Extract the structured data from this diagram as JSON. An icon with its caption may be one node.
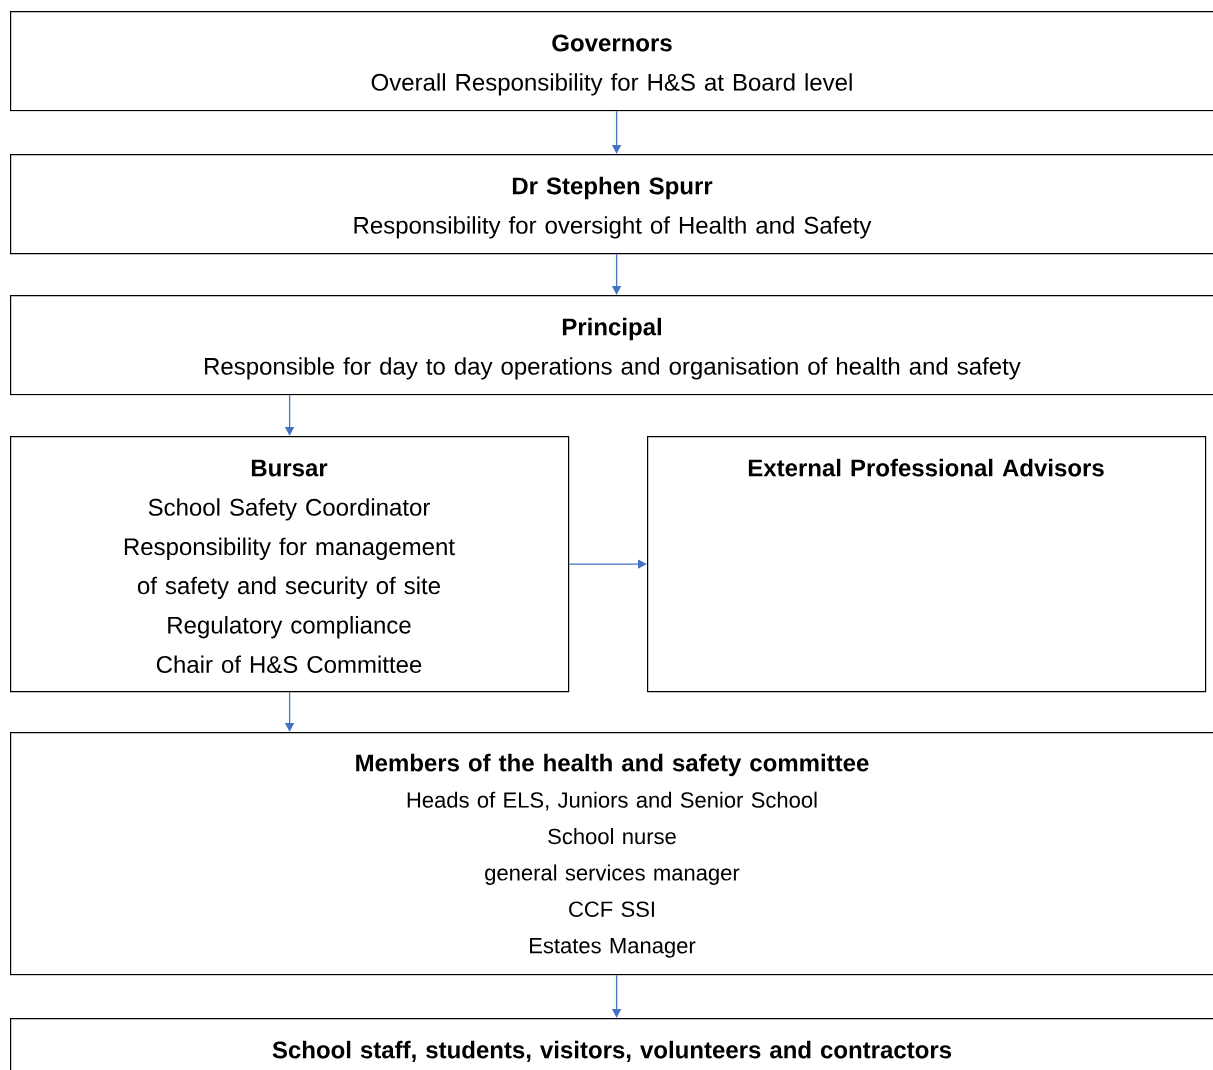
{
  "diagram": {
    "nodes": [
      {
        "text": [
          "Governors",
          "Overall Responsibility for H&S at Board level"
        ]
      },
      {
        "text": [
          "Dr Stephen Spurr",
          "Responsibility for oversight of Health and Safety"
        ]
      },
      {
        "text": [
          "Principal",
          "Responsible for day to day operations and organisation of health and safety"
        ]
      },
      {
        "text": [
          "Bursar",
          "School Safety Coordinator",
          "Responsibility for management of safety and security of site",
          "Regulatory compliance",
          "Chair of H&S Committee"
        ]
      },
      {
        "text": [
          "External Professional Advisors"
        ]
      },
      {
        "text": [
          "Members of the health and safety committee",
          "Heads of ELS, Juniors and Senior School",
          "School nurse",
          "general services manager",
          "CCF SSI",
          "Estates Manager"
        ]
      },
      {
        "text": [
          "School staff, students, visitors, volunteers and contractors"
        ]
      }
    ],
    "edges": [
      {
        "from": 0,
        "to": 1,
        "arrow": "to"
      },
      {
        "from": 1,
        "to": 2,
        "arrow": "to"
      },
      {
        "from": 2,
        "to": 3,
        "arrow": "to"
      },
      {
        "from": 3,
        "to": 4,
        "arrow": "to"
      },
      {
        "from": 3,
        "to": 5,
        "arrow": "to"
      },
      {
        "from": 5,
        "to": 6,
        "arrow": "to"
      }
    ]
  }
}
